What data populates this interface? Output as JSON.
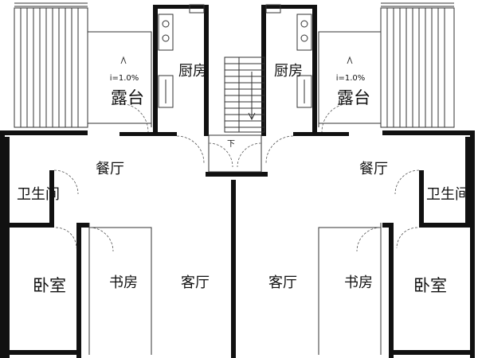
{
  "rooms": {
    "kitchen_left": "厨房",
    "kitchen_right": "厨房",
    "terrace_left": "露台",
    "terrace_right": "露台",
    "dining_left": "餐厅",
    "dining_right": "餐厅",
    "bath_left": "卫生间",
    "bath_right": "卫生间",
    "bedroom_left": "卧室",
    "bedroom_right": "卧室",
    "study_left": "书房",
    "study_right": "书房",
    "living_left": "客厅",
    "living_right": "客厅"
  },
  "annotations": {
    "slope_left": "i=1.0%",
    "slope_right": "i=1.0%",
    "stair_down": "下"
  },
  "colors": {
    "wall": "#111111",
    "line": "#333333",
    "background": "#ffffff"
  }
}
